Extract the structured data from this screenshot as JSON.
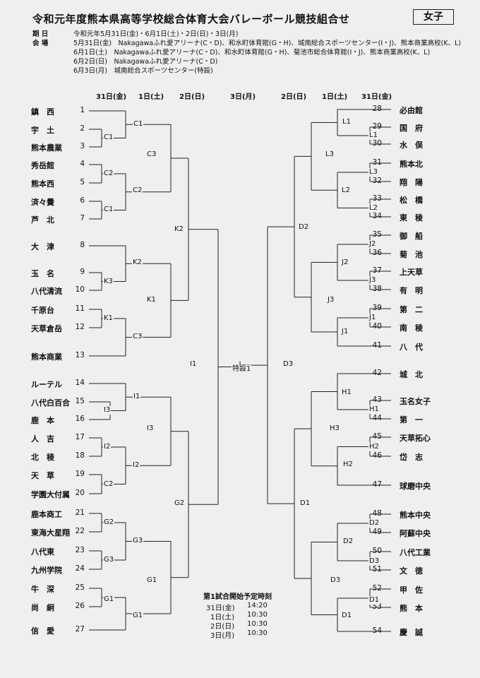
{
  "header": {
    "title": "令和元年度熊本県高等学校総合体育大会バレーボール競技組合せ",
    "gender": "女子",
    "period_label": "期 日",
    "period_value": "令和元年5月31日(金)・6月1日(土)・2日(日)・3日(月)",
    "venue_label": "会 場",
    "venues": [
      "5月31日(金)　Nakagawaふれ愛アリーナ(C・D)、和水町体育館(G・H)、城南総合スポーツセンター(I・J)、熊本商業高校(K、L)",
      "6月1日(土)　Nakagawaふれ愛アリーナ(C・D)、和水町体育館(G・H)、菊池市総合体育館(I・J)、熊本商業高校(K、L)",
      "6月2日(日)　Nakagawaふれ愛アリーナ(C・D)",
      "6月3日(月)　城南総合スポーツセンター(特設)"
    ]
  },
  "columns": {
    "left": [
      "31日(金)",
      "1日(土)",
      "2日(日)"
    ],
    "center": "3日(月)",
    "right": [
      "2日(日)",
      "1日(土)",
      "31日(金)"
    ]
  },
  "left_teams": [
    {
      "name": "鎮　西",
      "seed": "1"
    },
    {
      "name": "宇　土",
      "seed": "2"
    },
    {
      "name": "熊本農業",
      "seed": "3"
    },
    {
      "name": "秀岳館",
      "seed": "4"
    },
    {
      "name": "熊本西",
      "seed": "5"
    },
    {
      "name": "済々黌",
      "seed": "6"
    },
    {
      "name": "芦　北",
      "seed": "7"
    },
    {
      "name": "大　津",
      "seed": "8"
    },
    {
      "name": "玉　名",
      "seed": "9"
    },
    {
      "name": "八代清流",
      "seed": "10"
    },
    {
      "name": "千原台",
      "seed": "11"
    },
    {
      "name": "天草倉岳",
      "seed": "12"
    },
    {
      "name": "熊本商業",
      "seed": "13"
    },
    {
      "name": "ルーテル",
      "seed": "14"
    },
    {
      "name": "八代白百合",
      "seed": "15"
    },
    {
      "name": "鹿　本",
      "seed": "16"
    },
    {
      "name": "人　吉",
      "seed": "17"
    },
    {
      "name": "北　稜",
      "seed": "18"
    },
    {
      "name": "天　草",
      "seed": "19"
    },
    {
      "name": "学園大付属",
      "seed": "20"
    },
    {
      "name": "鹿本商工",
      "seed": "21"
    },
    {
      "name": "東海大星翔",
      "seed": "22"
    },
    {
      "name": "八代東",
      "seed": "23"
    },
    {
      "name": "九州学院",
      "seed": "24"
    },
    {
      "name": "牛　深",
      "seed": "25"
    },
    {
      "name": "尚　絅",
      "seed": "26"
    },
    {
      "name": "信　愛",
      "seed": "27"
    }
  ],
  "right_teams": [
    {
      "name": "必由館",
      "seed": "28"
    },
    {
      "name": "国　府",
      "seed": "29"
    },
    {
      "name": "水　俣",
      "seed": "30"
    },
    {
      "name": "熊本北",
      "seed": "31"
    },
    {
      "name": "翔　陽",
      "seed": "32"
    },
    {
      "name": "松　橋",
      "seed": "33"
    },
    {
      "name": "東　稜",
      "seed": "34"
    },
    {
      "name": "御　船",
      "seed": "35"
    },
    {
      "name": "菊　池",
      "seed": "36"
    },
    {
      "name": "上天草",
      "seed": "37"
    },
    {
      "name": "有　明",
      "seed": "38"
    },
    {
      "name": "第　二",
      "seed": "39"
    },
    {
      "name": "南　稜",
      "seed": "40"
    },
    {
      "name": "八　代",
      "seed": "41"
    },
    {
      "name": "城　北",
      "seed": "42"
    },
    {
      "name": "玉名女子",
      "seed": "43"
    },
    {
      "name": "第　一",
      "seed": "44"
    },
    {
      "name": "天草拓心",
      "seed": "45"
    },
    {
      "name": "岱　志",
      "seed": "46"
    },
    {
      "name": "球磨中央",
      "seed": "47"
    },
    {
      "name": "熊本中央",
      "seed": "48"
    },
    {
      "name": "阿蘇中央",
      "seed": "49"
    },
    {
      "name": "八代工業",
      "seed": "50"
    },
    {
      "name": "文　徳",
      "seed": "51"
    },
    {
      "name": "甲　佐",
      "seed": "52"
    },
    {
      "name": "熊　本",
      "seed": "53"
    },
    {
      "name": "慶　誠",
      "seed": "54"
    }
  ],
  "match_labels": {
    "left": [
      "C1",
      "C1",
      "C3",
      "C2",
      "C2",
      "C1",
      "K2",
      "K2",
      "K3",
      "K1",
      "K1",
      "C3",
      "I1",
      "I1",
      "I3",
      "I3",
      "I2",
      "I2",
      "C2",
      "G2",
      "G2",
      "G3",
      "G3",
      "G1",
      "G1"
    ],
    "right": [
      "L1",
      "L1",
      "L3",
      "L3",
      "L2",
      "L2",
      "D2",
      "J2",
      "J2",
      "J3",
      "J3",
      "J1",
      "J1",
      "D3",
      "H1",
      "H1",
      "H3",
      "H2",
      "H2",
      "D1",
      "D2",
      "D2",
      "D3",
      "D3",
      "D1",
      "D1"
    ],
    "final": "特設1"
  },
  "schedule": {
    "heading": "第1試合開始予定時刻",
    "rows": [
      {
        "day": "31日(金)",
        "time": "14:20"
      },
      {
        "day": "1日(土)",
        "time": "10:30"
      },
      {
        "day": "2日(日)",
        "time": "10:30"
      },
      {
        "day": "3日(月)",
        "time": "10:30"
      }
    ]
  }
}
